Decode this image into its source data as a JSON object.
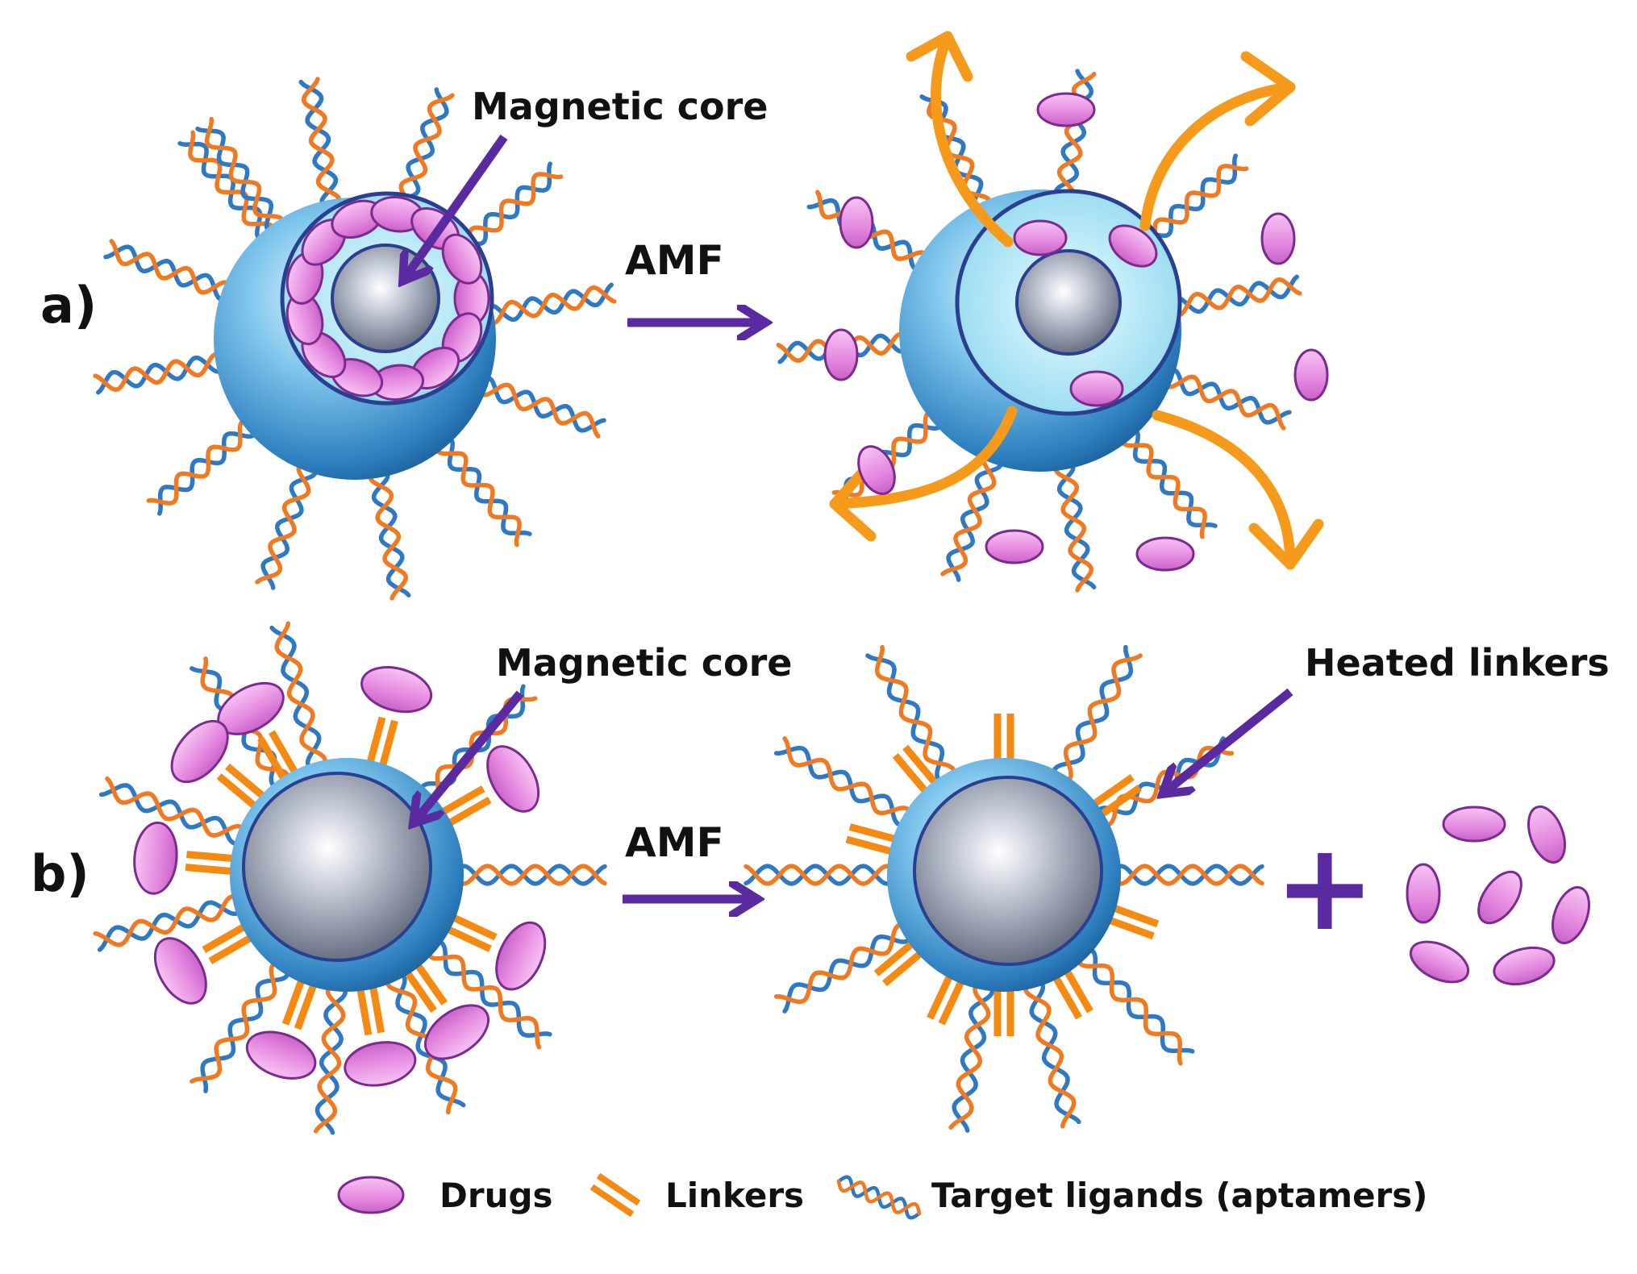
{
  "panels": [
    {
      "label": "a)",
      "callout": "Magnetic core",
      "stimulus": "AMF"
    },
    {
      "label": "b)",
      "callout": "Magnetic core",
      "stimulus": "AMF",
      "callout_right": "Heated linkers"
    }
  ],
  "plus_sign": "+",
  "legend": [
    {
      "label": "Drugs",
      "icon": "drug-ellipse-icon"
    },
    {
      "label": "Linkers",
      "icon": "linker-icon"
    },
    {
      "label": "Target ligands (aptamers)",
      "icon": "aptamer-helix-icon"
    }
  ],
  "colors": {
    "drug_fill": "#e58be3",
    "drug_stroke": "#7b2a8f",
    "linker": "#f58a12",
    "ligand_orange": "#ef7a22",
    "ligand_blue": "#2f78c4",
    "shell": "#3a93cf",
    "core": "#7d8598",
    "arrow_purple": "#5a2aa0",
    "release_arrow": "#f59a1a"
  }
}
